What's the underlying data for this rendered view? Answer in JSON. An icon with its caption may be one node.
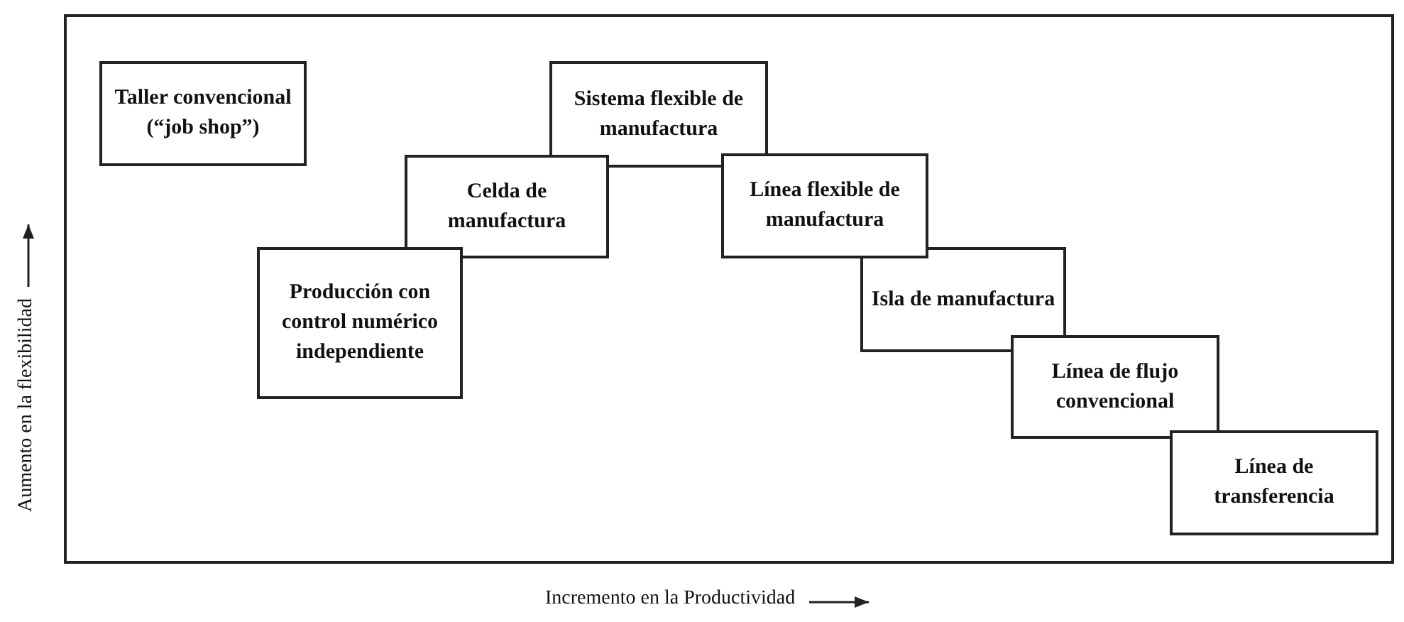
{
  "diagram": {
    "nodes": [
      {
        "text": [
          "Taller convencional (“job shop”)"
        ]
      },
      {
        "text": [
          "Sistema flexible de manufactura"
        ]
      },
      {
        "text": [
          "Celda de manufactura"
        ]
      },
      {
        "text": [
          "Línea flexible de manufactura"
        ]
      },
      {
        "text": [
          "Producción con control numérico independiente"
        ]
      },
      {
        "text": [
          "Isla de manufactura"
        ]
      },
      {
        "text": [
          "Línea de flujo convencional"
        ]
      },
      {
        "text": [
          "Línea de transferencia"
        ]
      }
    ],
    "edges": [],
    "labels": [
      "Aumento en la flexibilidad",
      "Incremento en la Productividad"
    ]
  }
}
